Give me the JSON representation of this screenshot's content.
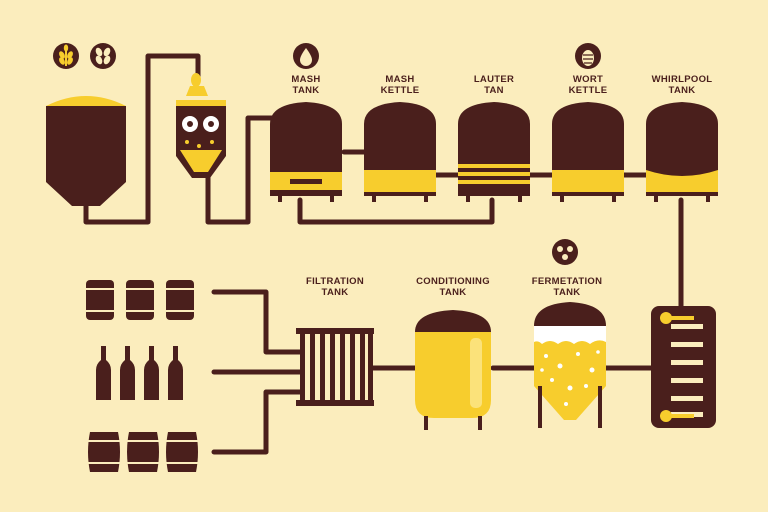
{
  "colors": {
    "background": "#fbedbd",
    "brown": "#4a1f1c",
    "yellow": "#f7cd2d",
    "light_yellow": "#fbe27a",
    "white": "#ffffff"
  },
  "stages": [
    {
      "id": "mash-tank",
      "line1": "MASH",
      "line2": "TANK",
      "icon": "water-drop-icon"
    },
    {
      "id": "mash-kettle",
      "line1": "MASH",
      "line2": "KETTLE",
      "icon": ""
    },
    {
      "id": "lauter-tan",
      "line1": "LAUTER",
      "line2": "TAN",
      "icon": ""
    },
    {
      "id": "wort-kettle",
      "line1": "WORT",
      "line2": "KETTLE",
      "icon": "hop-icon"
    },
    {
      "id": "whirlpool-tank",
      "line1": "WHIRLPOOL",
      "line2": "TANK",
      "icon": ""
    },
    {
      "id": "filtration-tank",
      "line1": "FILTRATION",
      "line2": "TANK",
      "icon": ""
    },
    {
      "id": "conditioning-tank",
      "line1": "CONDITIONING",
      "line2": "TANK",
      "icon": ""
    },
    {
      "id": "fermetation-tank",
      "line1": "FERMETATION",
      "line2": "TANK",
      "icon": "yeast-icon"
    }
  ],
  "ingredients": [
    "wheat-icon",
    "barley-icon"
  ],
  "outputs": [
    "kegs",
    "bottles",
    "barrels"
  ]
}
